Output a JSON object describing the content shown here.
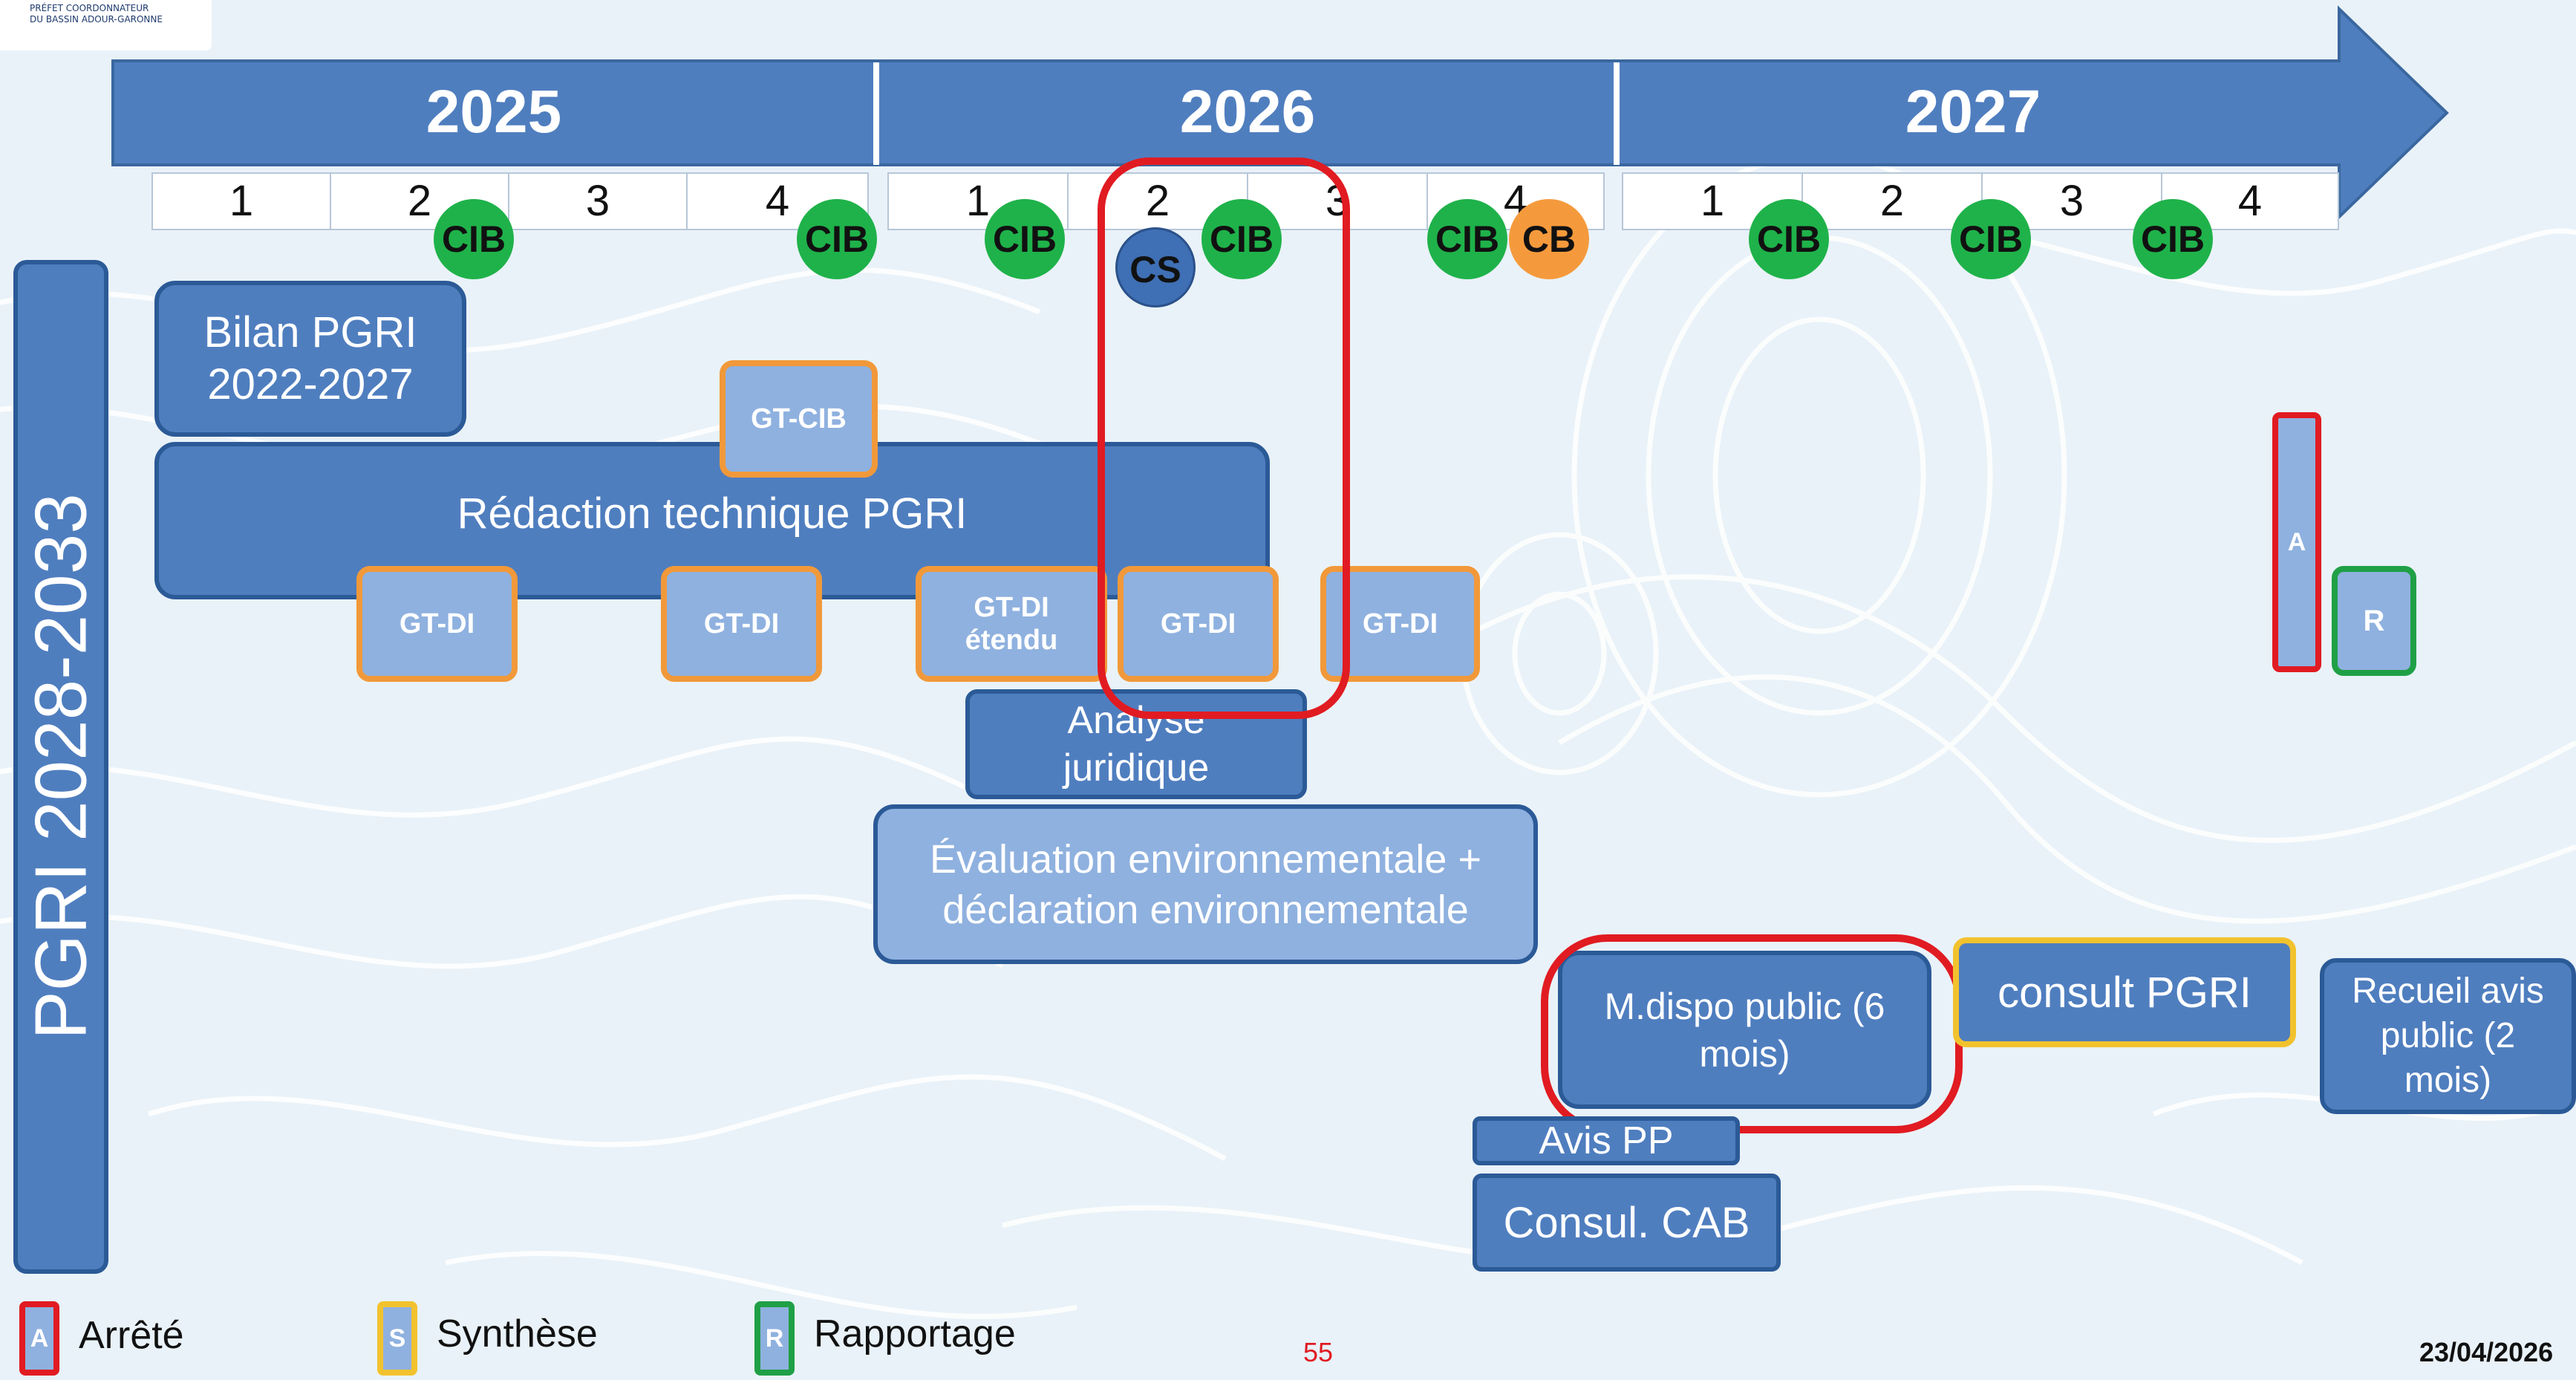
{
  "header": {
    "logo_lines": [
      "PRÉFET COORDONNATEUR",
      "DU BASSIN ADOUR-GARONNE"
    ]
  },
  "timeline": {
    "years": [
      "2025",
      "2026",
      "2027"
    ],
    "quarters": [
      "1",
      "2",
      "3",
      "4",
      "1",
      "2",
      "3",
      "4",
      "1",
      "2",
      "3",
      "4"
    ]
  },
  "milestones": {
    "cib": "CIB",
    "cb": "CB",
    "cs": "CS"
  },
  "side_label": "PGRI 2028-2033",
  "boxes": {
    "bilan": [
      "Bilan PGRI",
      "2022-2027"
    ],
    "redaction": "Rédaction technique PGRI",
    "gt_cib": "GT-CIB",
    "gt_di": "GT-DI",
    "gt_di_etendu": [
      "GT-DI",
      "étendu"
    ],
    "analyse": [
      "Analyse",
      "juridique"
    ],
    "evaluation": [
      "Évaluation environnementale +",
      "déclaration environnementale"
    ],
    "mdispo": [
      "M.dispo public (6",
      "mois)"
    ],
    "consult_pgri": "consult PGRI",
    "recueil": [
      "Recueil avis",
      "public (2",
      "mois)"
    ],
    "avis_pp": "Avis PP",
    "consul_cab": "Consul. CAB",
    "arrete_short": "A",
    "rapportage_short": "R"
  },
  "legend": [
    {
      "key": "A",
      "label": "Arrêté",
      "color": "#e11b22"
    },
    {
      "key": "S",
      "label": "Synthèse",
      "color": "#f2c22e"
    },
    {
      "key": "R",
      "label": "Rapportage",
      "color": "#1fa046"
    }
  ],
  "footer": {
    "page_number": "55",
    "date": "23/04/2026"
  },
  "colors": {
    "arrow": "#4f7ebf",
    "cib": "#1fb24a",
    "cb": "#f59a3c",
    "highlight": "#e11b22"
  }
}
